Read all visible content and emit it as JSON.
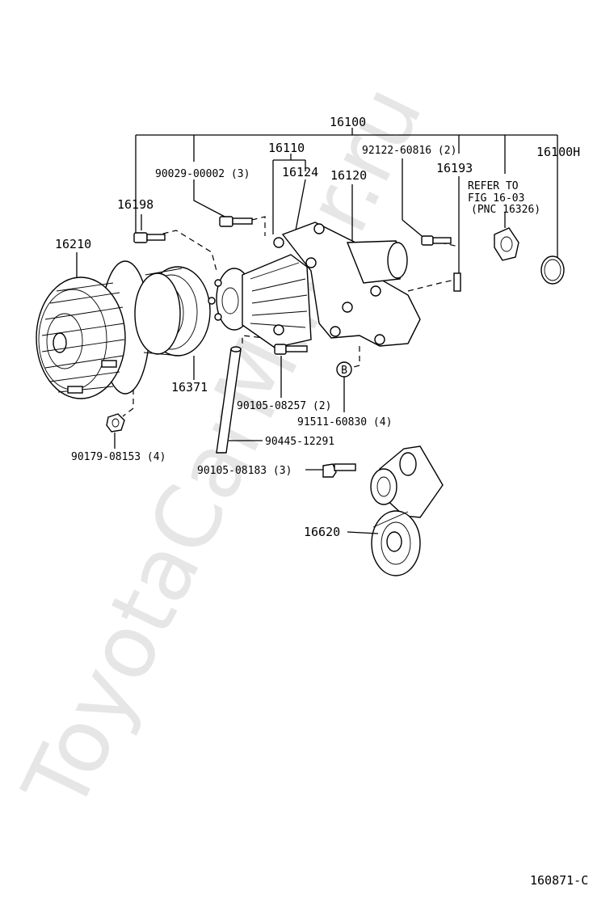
{
  "watermark": "ToyotaCarMiner.ru",
  "callouts": {
    "assembly": "16100",
    "water_pump": "16110",
    "bolt_90029": "90029-00002 (3)",
    "stud_16124": "16124",
    "housing": "16120",
    "bolt_92122": "92122-60816 (2)",
    "stud_16193": "16193",
    "oring": "16100H",
    "refer_line1": "REFER TO",
    "refer_line2": "FIG 16-03",
    "refer_line3": "(PNC 16326)",
    "bolt_16198": "16198",
    "fan_coupling": "16210",
    "pulley": "16371",
    "bolt_90105_08257": "90105-08257 (2)",
    "circle_b": "B",
    "stud_91511": "91511-60830 (4)",
    "pipe": "90445-12291",
    "nut_90179": "90179-08153 (4)",
    "bolt_90105_08183": "90105-08183 (3)",
    "idler": "16620",
    "figure_id": "160871-C"
  }
}
